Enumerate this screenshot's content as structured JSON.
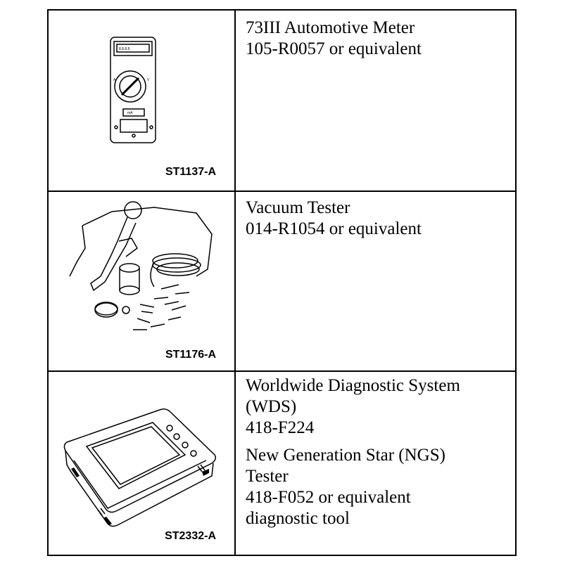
{
  "rows": [
    {
      "figure_code": "ST1137-A",
      "image_icon": "multimeter-icon",
      "lines": [
        "73III Automotive Meter",
        "105-R0057 or equivalent"
      ]
    },
    {
      "figure_code": "ST1176-A",
      "image_icon": "vacuum-tester-icon",
      "lines": [
        "Vacuum Tester",
        "014-R1054 or equivalent"
      ]
    },
    {
      "figure_code": "ST2332-A",
      "image_icon": "diagnostic-tool-icon",
      "lines_a": [
        "Worldwide Diagnostic System",
        "(WDS)",
        "418-F224"
      ],
      "lines_b": [
        "New Generation Star (NGS)",
        "Tester",
        "418-F052 or equivalent",
        "diagnostic tool"
      ]
    }
  ]
}
